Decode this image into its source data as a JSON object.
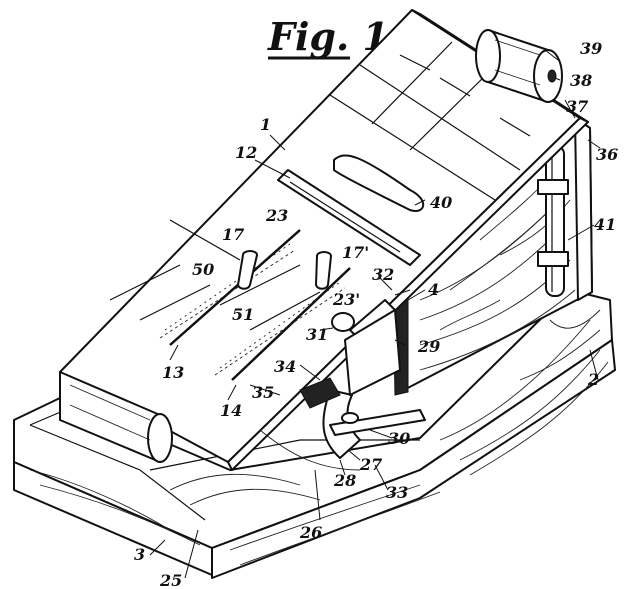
{
  "figure": {
    "title": "Fig. 1"
  },
  "labels": {
    "l1": "1",
    "l2": "2",
    "l3": "3",
    "l4": "4",
    "l12": "12",
    "l13": "13",
    "l14": "14",
    "l17": "17",
    "l17p": "17'",
    "l23": "23",
    "l23p": "23'",
    "l25": "25",
    "l26": "26",
    "l27": "27",
    "l28": "28",
    "l29": "29",
    "l30": "30",
    "l31": "31",
    "l32": "32",
    "l33": "33",
    "l34": "34",
    "l35": "35",
    "l36": "36",
    "l37": "37",
    "l38": "38",
    "l39": "39",
    "l40": "40",
    "l41": "41",
    "l50": "50",
    "l51": "51"
  }
}
